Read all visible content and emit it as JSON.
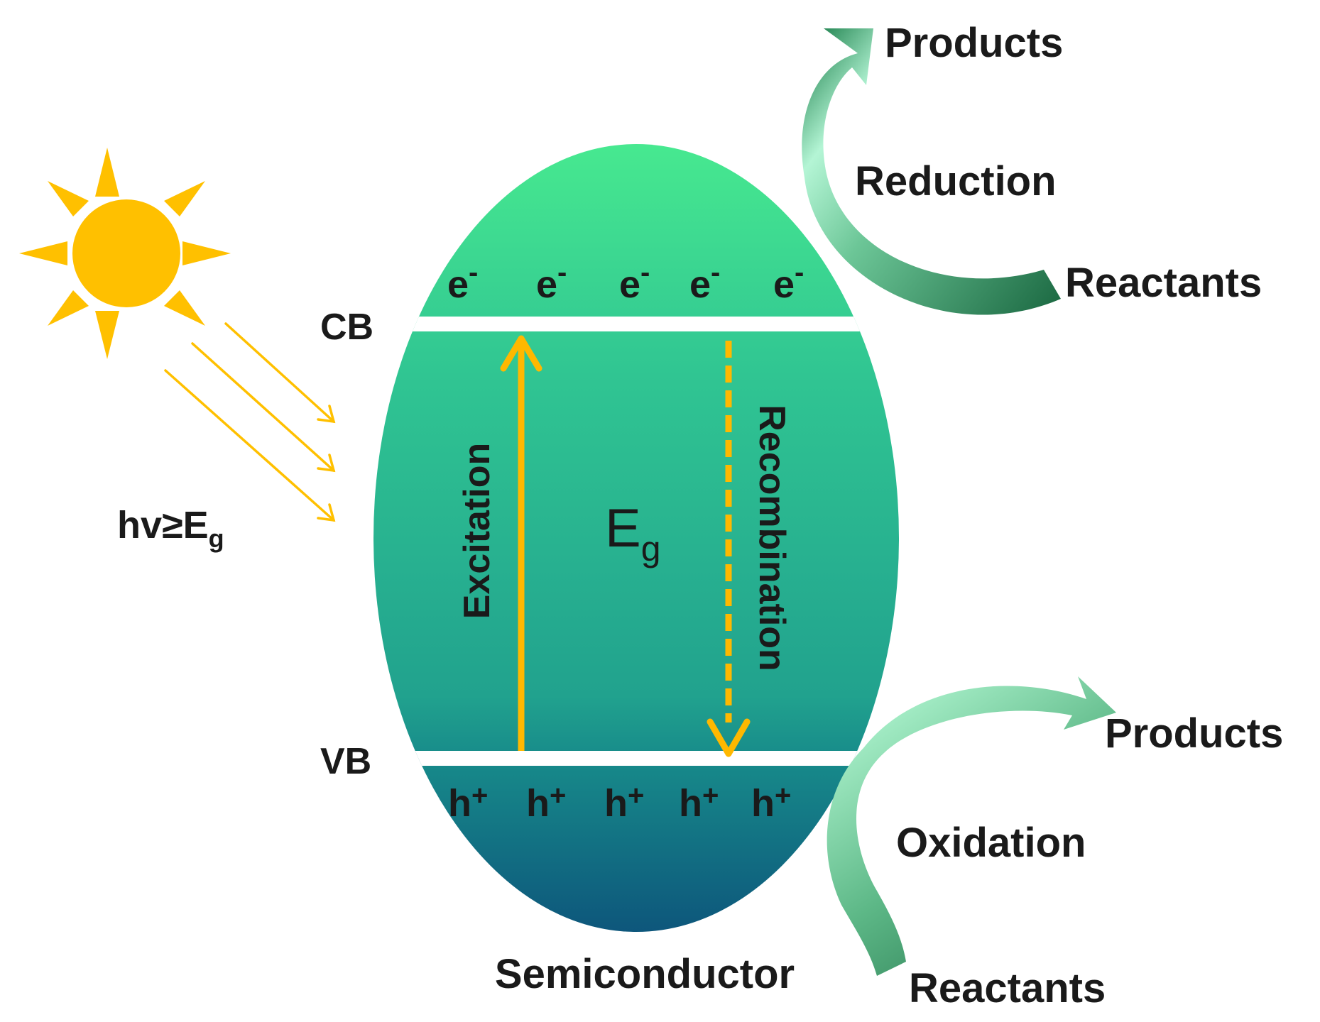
{
  "caption": "Semiconductor",
  "band_labels": {
    "cb": "CB",
    "vb": "VB"
  },
  "photon": {
    "prefix": "hv≥E",
    "subscript": "g"
  },
  "bandgap": {
    "symbol": "E",
    "subscript": "g"
  },
  "carriers": {
    "electron": {
      "base": "e",
      "sup": "-"
    },
    "hole": {
      "base": "h",
      "sup": "+"
    },
    "electron_count": 5,
    "hole_count": 5
  },
  "processes": {
    "excitation": "Excitation",
    "recombination": "Recombination"
  },
  "reduction": {
    "label": "Reduction",
    "products": "Products",
    "reactants": "Reactants"
  },
  "oxidation": {
    "label": "Oxidation",
    "products": "Products",
    "reactants": "Reactants"
  },
  "colors": {
    "sun": "#FFC000",
    "cb_green": "#44E58D",
    "vb_teal": "#137F8A",
    "bottom_blue": "#0F5C7E",
    "arrow_orange": "#FFB800",
    "curve_light": "#AEF3CF",
    "curve_dark": "#1E6E46"
  }
}
